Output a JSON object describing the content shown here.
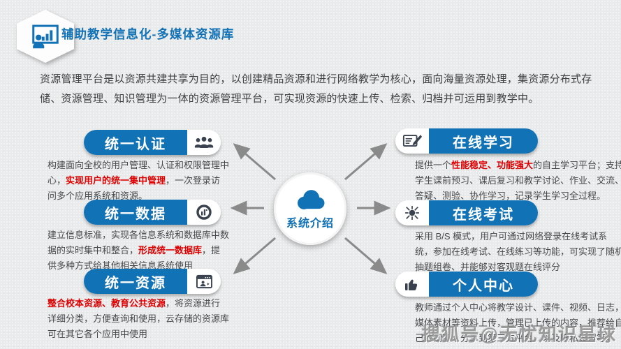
{
  "header": {
    "title": "辅助教学信息化-多媒体资源库",
    "icon": "presentation-chart-icon"
  },
  "intro": {
    "text": "资源管理平台是以资源共建共享为目的，以创建精品资源和进行网络教学为核心，面向海量资源处理，集资源分布式存储、资源管理、知识管理为一体的资源管理平台，可实现资源的快速上传、检索、归档并可运用到教学中。"
  },
  "center": {
    "label": "系统介绍",
    "icon": "cloud-icon"
  },
  "left_items": [
    {
      "title": "统一认证",
      "icon": "users-icon",
      "desc": [
        {
          "t": "构建面向全校的用户管理、认证和权限管理中心，",
          "red": false
        },
        {
          "t": "实现用户的统一集中管理",
          "red": true
        },
        {
          "t": "，一次登录访问多个应用系统和资源。",
          "red": false
        }
      ]
    },
    {
      "title": "统一数据",
      "icon": "data-chart-icon",
      "desc": [
        {
          "t": "建立信息标准，实现各信息系统和数据库中数据的实时集中和整合，",
          "red": false
        },
        {
          "t": "形成统一数据库",
          "red": true
        },
        {
          "t": "，提供多种方式给其他相关信息系统使用",
          "red": false
        }
      ]
    },
    {
      "title": "统一资源",
      "icon": "resource-window-icon",
      "desc": [
        {
          "t": "整合校本资源、教育公共资源",
          "red": true
        },
        {
          "t": "，将资源进行详细分类，方便查询和使用，云存储的资源库可在其它各个应用中使用",
          "red": false
        }
      ]
    }
  ],
  "right_items": [
    {
      "title": "在线学习",
      "icon": "online-learning-icon",
      "desc": [
        {
          "t": "提供一个",
          "red": false
        },
        {
          "t": "性能稳定、功能强大",
          "red": true
        },
        {
          "t": "的自主学习平台；支持学生课前预习、课后复习和教学讨论、作业、交流、答疑、测验、协作学习，记录学生学习全过程。",
          "red": false
        }
      ]
    },
    {
      "title": "在线考试",
      "icon": "online-exam-icon",
      "desc": [
        {
          "t": "采用 B/S 模式，用户可通过网络登录在线考试系统，参加在线考试、在线练习等功能，可实现了随机抽题组卷、并能够对客观题在线评分",
          "red": false
        }
      ]
    },
    {
      "title": "个人中心",
      "icon": "personal-center-icon",
      "desc": [
        {
          "t": "教师通过个人中心将教学设计、课件、视频、日志，媒体素材等资料上传，管理已上传的内容，推荐给自己的同事，分享到第三方平台，以及隐私设置等。",
          "red": false
        }
      ]
    }
  ],
  "watermark": {
    "text": "搜狐号@无忧知识星球"
  },
  "colors": {
    "accent_blue": "#1272b6",
    "highlight_red": "#dd0000",
    "icon_dark": "#39424e",
    "arrow_gray": "#8a8a8a",
    "background": "#e9eaeb"
  }
}
